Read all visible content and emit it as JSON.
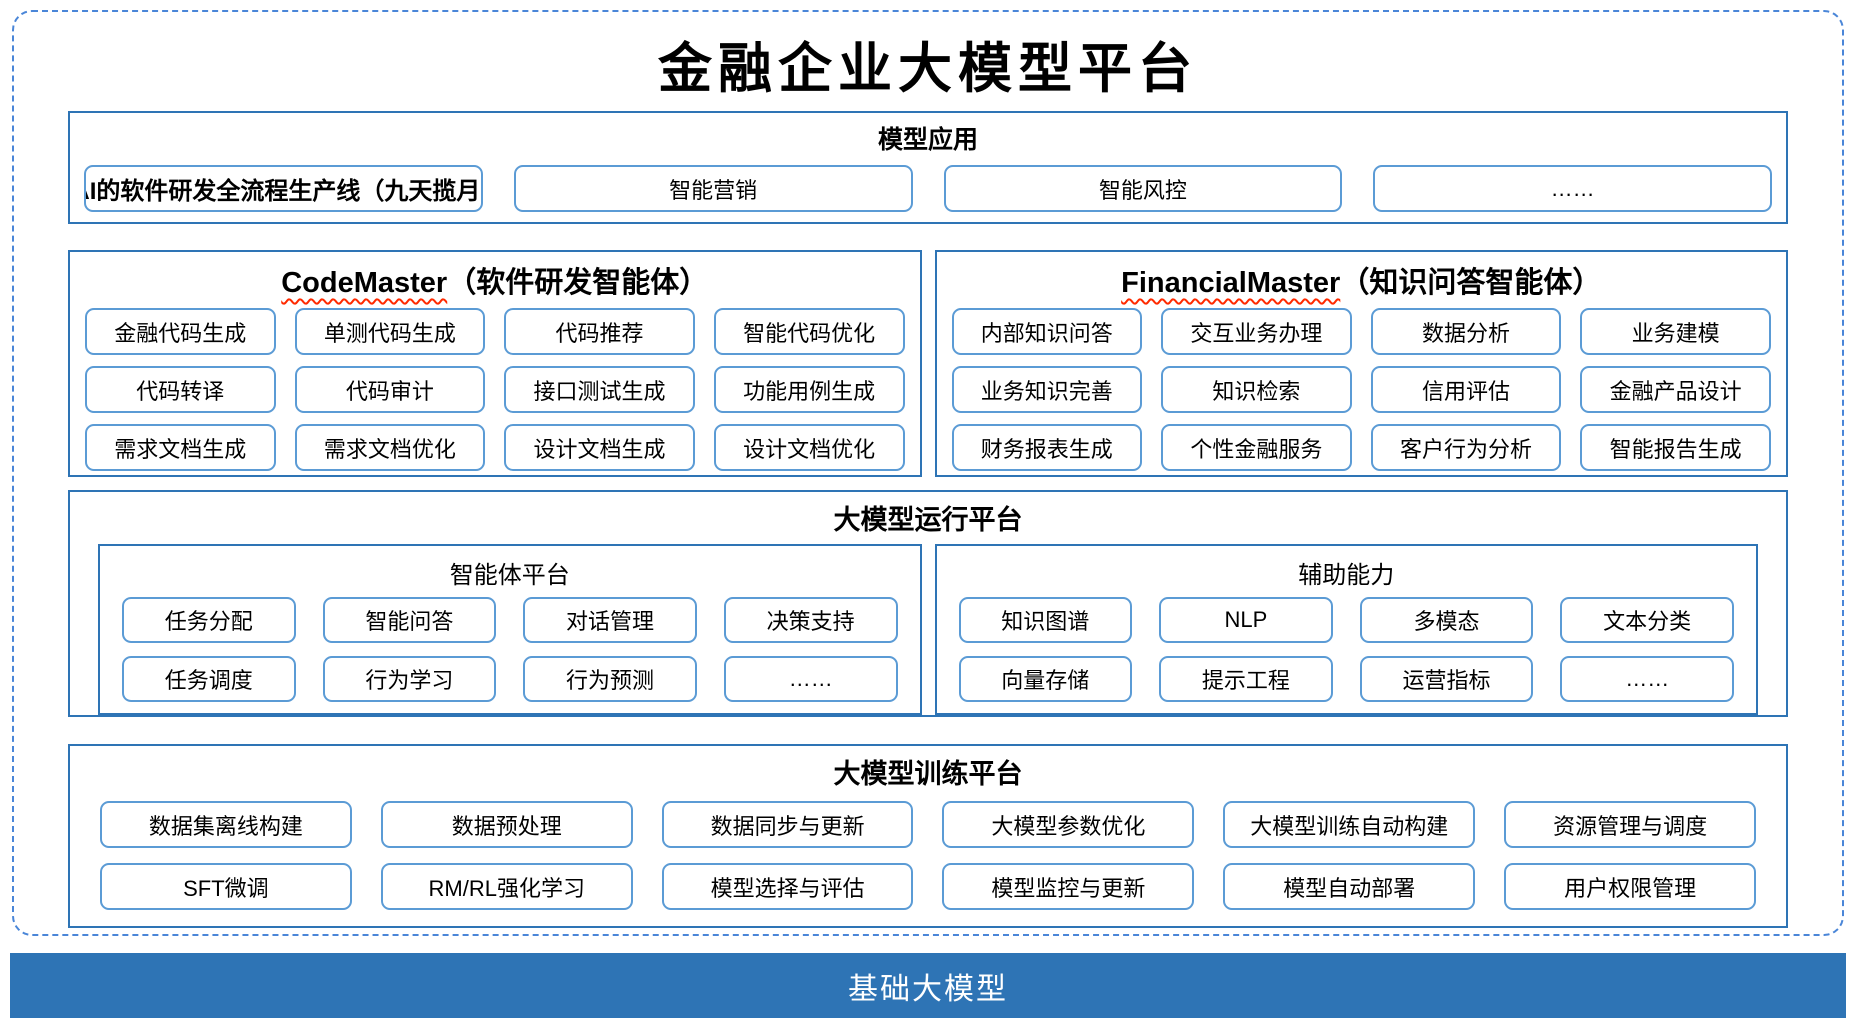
{
  "title": "金融企业大模型平台",
  "colors": {
    "section_border": "#2e74b5",
    "item_border": "#5b9bd5",
    "outer_dashed_border": "#4a86d8",
    "base_bar_bg": "#2e74b5",
    "base_bar_text": "#ffffff",
    "spellcheck_squiggle": "#ff2a00"
  },
  "model_app": {
    "header": "模型应用",
    "main_item": "基于AI的软件研发全流程生产线（九天揽月AI+）",
    "items": [
      "智能营销",
      "智能风控",
      "……"
    ]
  },
  "code_master": {
    "title_en": "CodeMaster",
    "title_zh": "（软件研发智能体）",
    "items": [
      "金融代码生成",
      "单测代码生成",
      "代码推荐",
      "智能代码优化",
      "代码转译",
      "代码审计",
      "接口测试生成",
      "功能用例生成",
      "需求文档生成",
      "需求文档优化",
      "设计文档生成",
      "设计文档优化"
    ]
  },
  "financial_master": {
    "title_en": "FinancialMaster",
    "title_zh": "（知识问答智能体）",
    "items": [
      "内部知识问答",
      "交互业务办理",
      "数据分析",
      "业务建模",
      "业务知识完善",
      "知识检索",
      "信用评估",
      "金融产品设计",
      "财务报表生成",
      "个性金融服务",
      "客户行为分析",
      "智能报告生成"
    ]
  },
  "run_platform": {
    "header": "大模型运行平台",
    "agent_platform": {
      "header": "智能体平台",
      "items": [
        "任务分配",
        "智能问答",
        "对话管理",
        "决策支持",
        "任务调度",
        "行为学习",
        "行为预测",
        "……"
      ]
    },
    "aux_ability": {
      "header": "辅助能力",
      "items": [
        "知识图谱",
        "NLP",
        "多模态",
        "文本分类",
        "向量存储",
        "提示工程",
        "运营指标",
        "……"
      ]
    }
  },
  "train_platform": {
    "header": "大模型训练平台",
    "items": [
      "数据集离线构建",
      "数据预处理",
      "数据同步与更新",
      "大模型参数优化",
      "大模型训练自动构建",
      "资源管理与调度",
      "SFT微调",
      "RM/RL强化学习",
      "模型选择与评估",
      "模型监控与更新",
      "模型自动部署",
      "用户权限管理"
    ]
  },
  "base_bar": {
    "label": "基础大模型"
  }
}
